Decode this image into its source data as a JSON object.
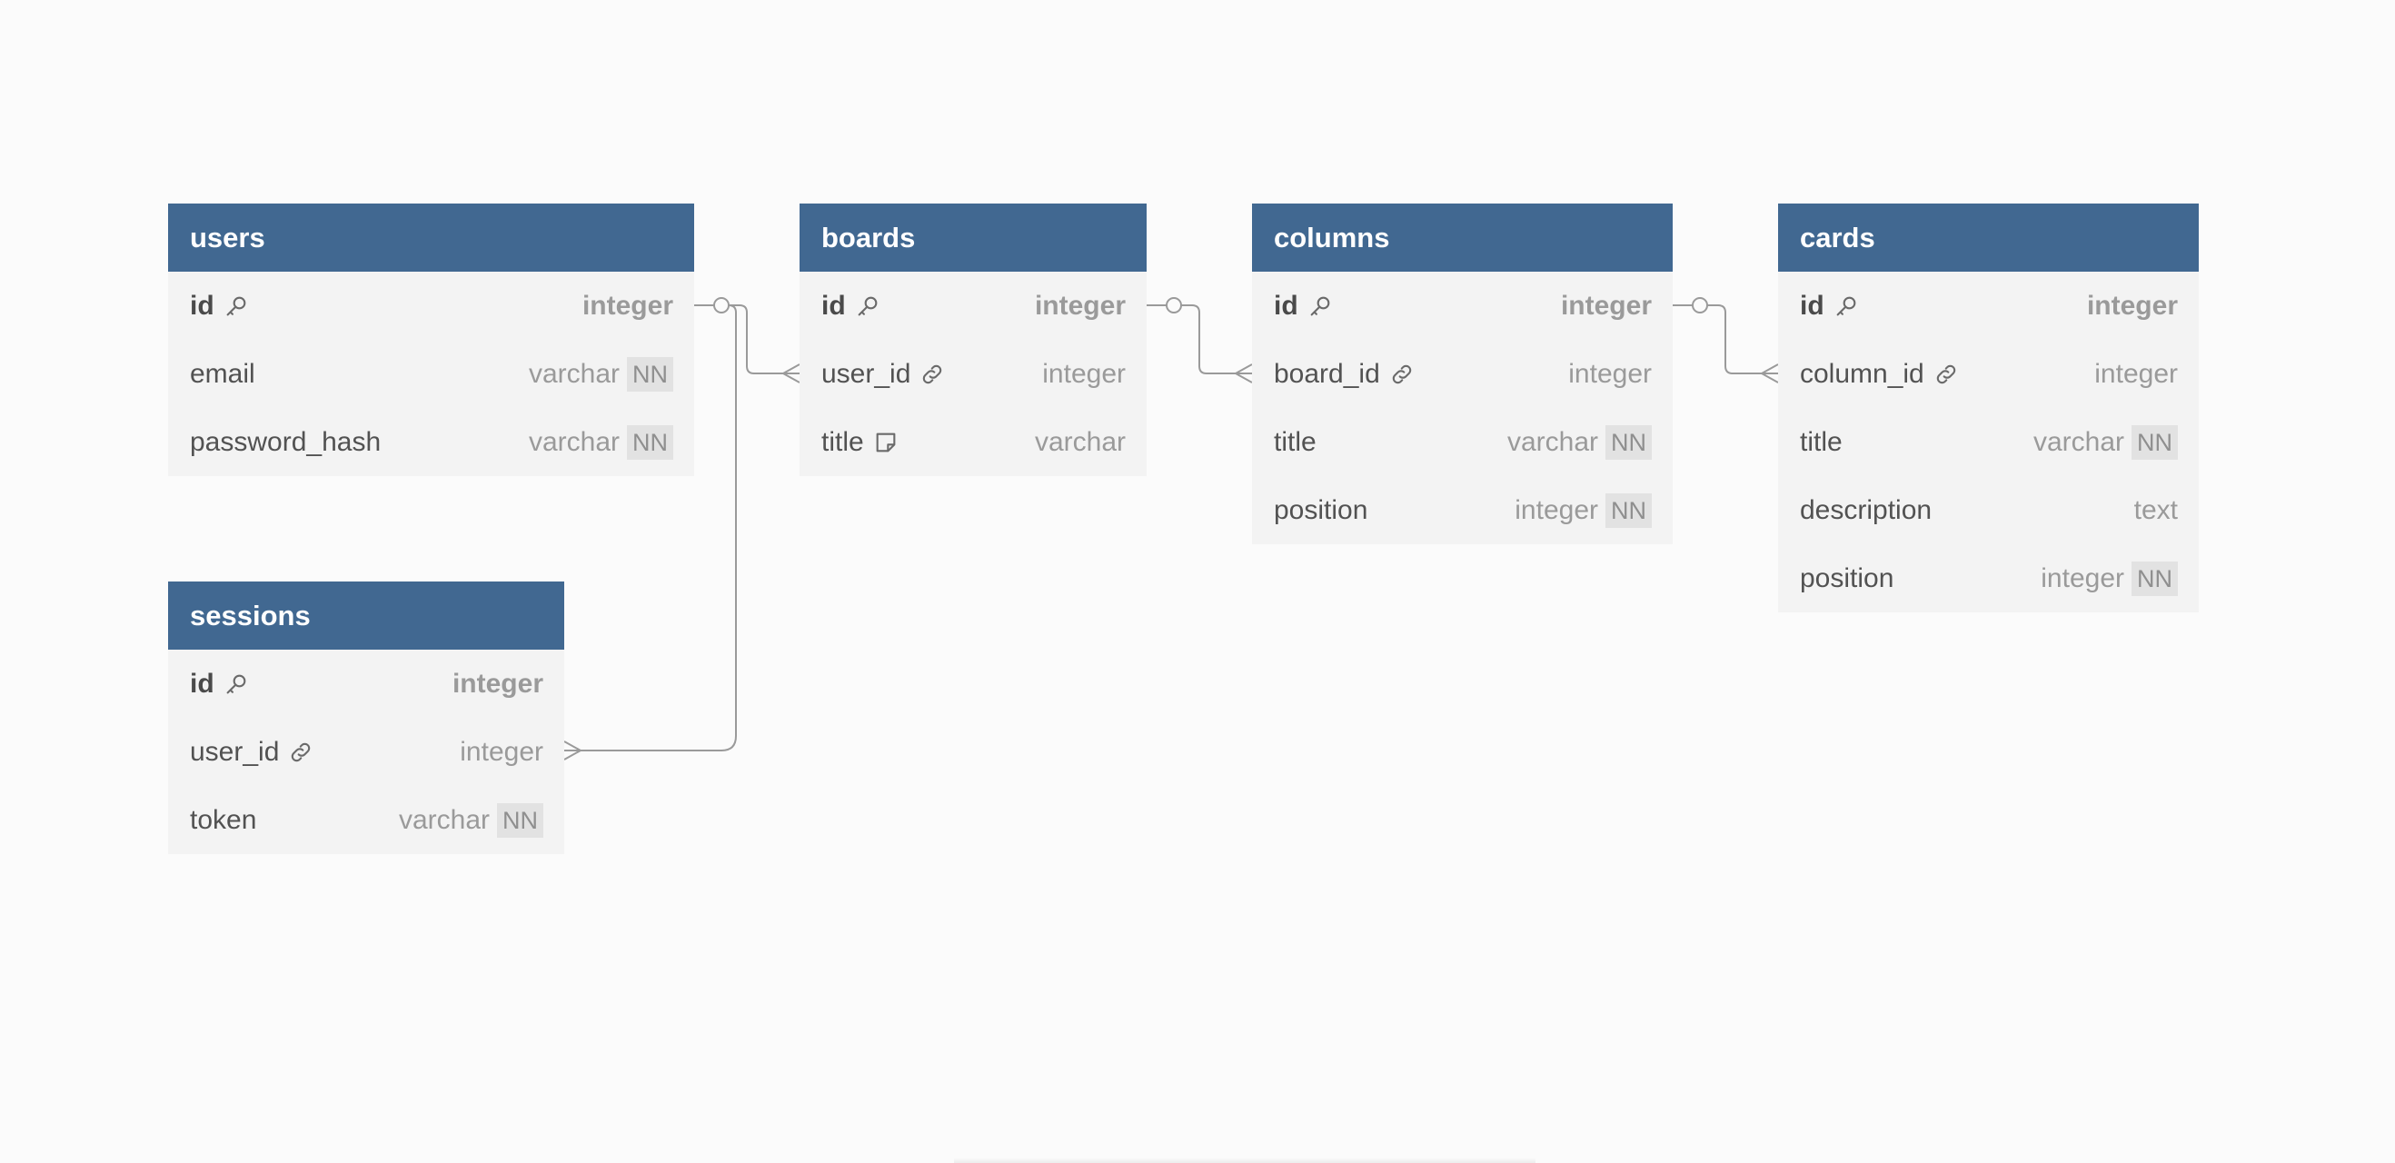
{
  "diagram": {
    "colors": {
      "background": "#fbfbfb",
      "header": "#416891",
      "header_text": "#ffffff",
      "body": "#f3f3f3",
      "column_name": "#525252",
      "column_type": "#9a9a9a",
      "badge_bg": "#e2e2e2",
      "connector": "#9a9a9a"
    },
    "tables": {
      "users": {
        "name": "users",
        "columns": [
          {
            "name": "id",
            "type": "integer",
            "icon": "key-icon"
          },
          {
            "name": "email",
            "type": "varchar",
            "badge": "NN"
          },
          {
            "name": "password_hash",
            "type": "varchar",
            "badge": "NN"
          }
        ]
      },
      "boards": {
        "name": "boards",
        "columns": [
          {
            "name": "id",
            "type": "integer",
            "icon": "key-icon"
          },
          {
            "name": "user_id",
            "type": "integer",
            "icon": "link-icon"
          },
          {
            "name": "title",
            "type": "varchar",
            "icon": "note-icon"
          }
        ]
      },
      "columns": {
        "name": "columns",
        "columns": [
          {
            "name": "id",
            "type": "integer",
            "icon": "key-icon"
          },
          {
            "name": "board_id",
            "type": "integer",
            "icon": "link-icon"
          },
          {
            "name": "title",
            "type": "varchar",
            "badge": "NN"
          },
          {
            "name": "position",
            "type": "integer",
            "badge": "NN"
          }
        ]
      },
      "cards": {
        "name": "cards",
        "columns": [
          {
            "name": "id",
            "type": "integer",
            "icon": "key-icon"
          },
          {
            "name": "column_id",
            "type": "integer",
            "icon": "link-icon"
          },
          {
            "name": "title",
            "type": "varchar",
            "badge": "NN"
          },
          {
            "name": "description",
            "type": "text"
          },
          {
            "name": "position",
            "type": "integer",
            "badge": "NN"
          }
        ]
      },
      "sessions": {
        "name": "sessions",
        "columns": [
          {
            "name": "id",
            "type": "integer",
            "icon": "key-icon"
          },
          {
            "name": "user_id",
            "type": "integer",
            "icon": "link-icon"
          },
          {
            "name": "token",
            "type": "varchar",
            "badge": "NN"
          }
        ]
      }
    },
    "relationships": [
      {
        "from": "users.id",
        "to": "boards.user_id",
        "from_end": "one-optional",
        "to_end": "many"
      },
      {
        "from": "users.id",
        "to": "sessions.user_id",
        "from_end": "one-optional",
        "to_end": "many"
      },
      {
        "from": "boards.id",
        "to": "columns.board_id",
        "from_end": "one-optional",
        "to_end": "many"
      },
      {
        "from": "columns.id",
        "to": "cards.column_id",
        "from_end": "one-optional",
        "to_end": "many"
      }
    ]
  }
}
